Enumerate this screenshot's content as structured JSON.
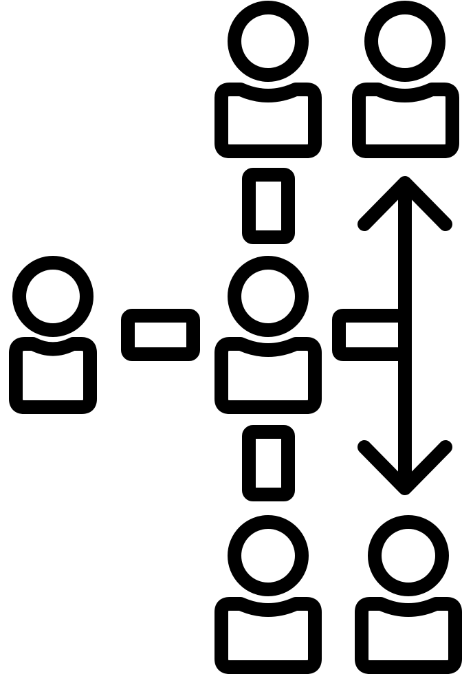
{
  "icon": {
    "name": "team-hierarchy-line-icon",
    "stroke_color": "#000000",
    "background_color": "#ffffff",
    "people_count": 6,
    "connector_count": 4,
    "arrow": "vertical-double-headed"
  }
}
